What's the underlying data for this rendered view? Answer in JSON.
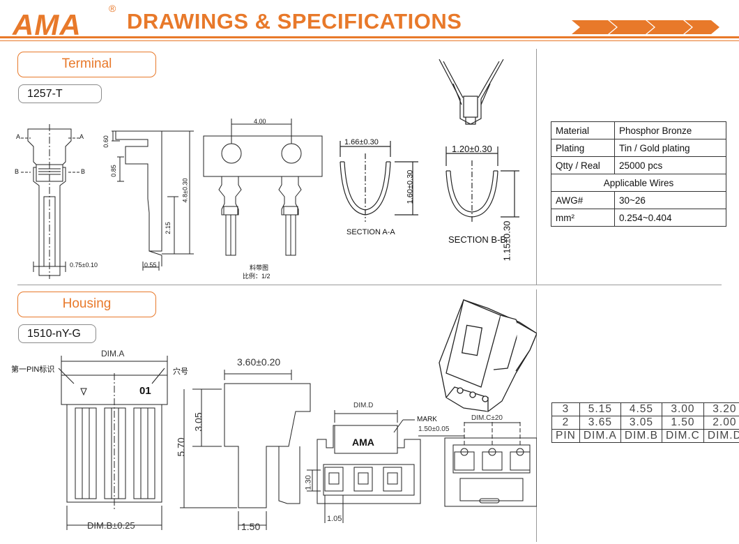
{
  "header": {
    "brand": "AMA",
    "registered": "®",
    "title": "DRAWINGS & SPECIFICATIONS",
    "accent_color": "#e8792a"
  },
  "terminal": {
    "section_label": "Terminal",
    "part_number": "1257-T",
    "dims": {
      "d060": "0.60",
      "d085": "0.85",
      "d48": "4.8±0.30",
      "d215": "2.15",
      "d075": "0.75±0.10",
      "d055": "0.55",
      "d400": "4.00",
      "a": "A",
      "b": "B"
    },
    "reel_note_1": "料带图",
    "reel_note_2": "比例：1/2",
    "section_aa": {
      "label": "SECTION  A-A",
      "width": "1.66±0.30",
      "height": "1.60±0.30"
    },
    "section_bb": {
      "label": "SECTION  B-B",
      "width": "1.20±0.30",
      "height": "1.15±0.30"
    }
  },
  "specs": [
    {
      "label": "Material",
      "value": "Phosphor Bronze"
    },
    {
      "label": "Plating",
      "value": "Tin / Gold plating"
    },
    {
      "label": "Qtty / Real",
      "value": "25000 pcs"
    },
    {
      "header": "Applicable Wires"
    },
    {
      "label": "AWG#",
      "value": "30~26"
    },
    {
      "label": "mm²",
      "value": "0.254~0.404"
    }
  ],
  "housing": {
    "section_label": "Housing",
    "part_number": "1510-nY-G",
    "dims": {
      "dim_a": "DIM.A",
      "dim_b": "DIM.B±0.25",
      "pin1": "第一PIN标识",
      "hole": "穴号",
      "d360": "3.60±0.20",
      "d305": "3.05",
      "d570": "5.70",
      "d150": "1.50",
      "dim_d": "DIM.D",
      "mark": "MARK",
      "ama_mark": "AMA",
      "d130": "1.30",
      "d105": "1.05",
      "dim_c": "DIM.C±20",
      "d150b": "1.50±0.05"
    }
  },
  "dim_table": {
    "rows": [
      [
        "3",
        "5.15",
        "4.55",
        "3.00",
        "3.20"
      ],
      [
        "2",
        "3.65",
        "3.05",
        "1.50",
        "2.00"
      ],
      [
        "PIN",
        "DIM.A",
        "DIM.B",
        "DIM.C",
        "DIM.D"
      ]
    ]
  }
}
